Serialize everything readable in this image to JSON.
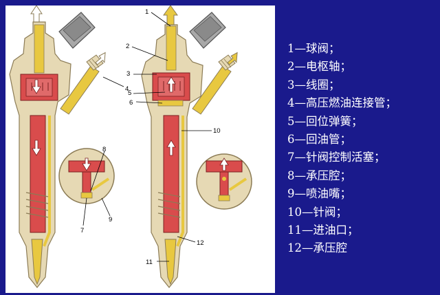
{
  "colors": {
    "background": "#1a1a8c",
    "panel": "#ffffff",
    "legend_text": "#ffffff",
    "body": "#e6d9b4",
    "body_stroke": "#8b7b55",
    "plunger": "#d94c4c",
    "fuel": "#e8c840",
    "connector": "#9a9a9a"
  },
  "legend": [
    "1—球阀；",
    "2—电枢轴；",
    "3—线圈；",
    "4—高压燃油连接管；",
    "5—回位弹簧；",
    "6—回油管；",
    "7—针阀控制活塞；",
    "8—承压腔；",
    "9—喷油嘴；",
    "10—针阀；",
    "11—进油口；",
    "12—承压腔"
  ],
  "callouts": {
    "n1": "1",
    "n2": "2",
    "n3": "3",
    "n4": "4",
    "n5": "5",
    "n6": "6",
    "n7": "7",
    "n8": "8",
    "n9": "9",
    "n10": "10",
    "n11": "11",
    "n12": "12"
  }
}
